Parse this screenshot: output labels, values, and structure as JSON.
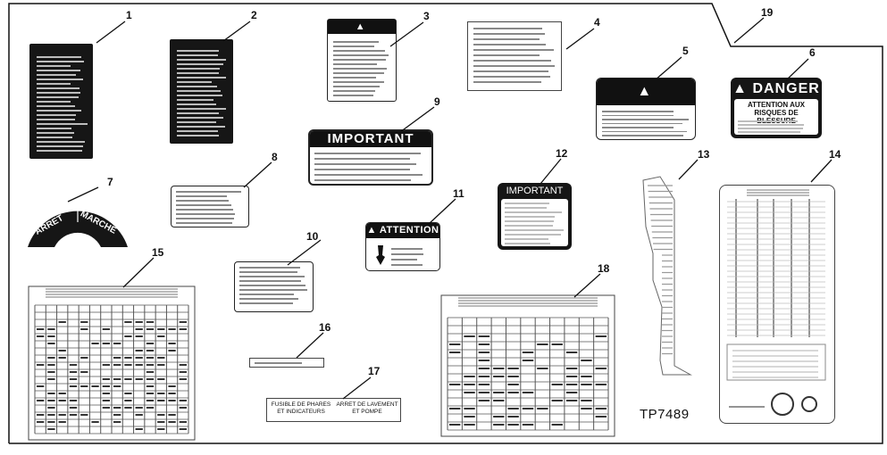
{
  "callouts": [
    "1",
    "2",
    "3",
    "4",
    "5",
    "6",
    "7",
    "8",
    "9",
    "10",
    "11",
    "12",
    "13",
    "14",
    "15",
    "16",
    "17",
    "18",
    "19"
  ],
  "decal_3": {
    "header": "ATTENTION"
  },
  "decal_5": {
    "header": "ATTENTION"
  },
  "decal_6": {
    "header": "DANGER",
    "subtitle_1": "ATTENTION AUX",
    "subtitle_2": "RISQUES DE BLESSURE"
  },
  "decal_7": {
    "left": "ARRET",
    "right": "MARCHE"
  },
  "decal_9": {
    "header": "IMPORTANT"
  },
  "decal_11": {
    "header": "ATTENTION"
  },
  "decal_12": {
    "header": "IMPORTANT"
  },
  "decal_17": {
    "left_1": "FUSIBLE DE PHARES",
    "left_2": "ET INDICATEURS",
    "right_1": "ARRET DE LAVEMENT",
    "right_2": "ET POMPE"
  },
  "figure_id": "TP7489"
}
